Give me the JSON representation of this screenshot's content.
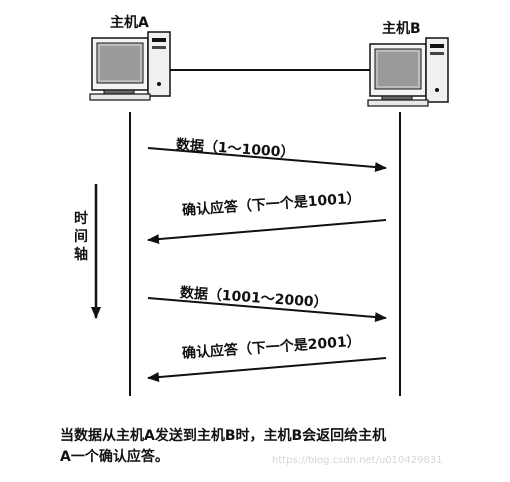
{
  "hosts": {
    "a_label": "主机A",
    "b_label": "主机B"
  },
  "messages": [
    {
      "text": "数据（1～1000）",
      "direction": "A-to-B"
    },
    {
      "text": "确认应答（下一个是1001）",
      "direction": "B-to-A"
    },
    {
      "text": "数据（1001～2000）",
      "direction": "A-to-B"
    },
    {
      "text": "确认应答（下一个是2001）",
      "direction": "B-to-A"
    }
  ],
  "time_axis": {
    "label": "时间轴"
  },
  "caption": {
    "line1": "当数据从主机A发送到主机B时，主机B会返回给主机",
    "line2": "A一个确认应答。"
  },
  "watermark": "https://blog.csdn.net/u010429831",
  "icons": [
    "computer-icon",
    "computer-icon"
  ],
  "colors": {
    "line": "#111111",
    "watermark": "#d6d6d6"
  }
}
